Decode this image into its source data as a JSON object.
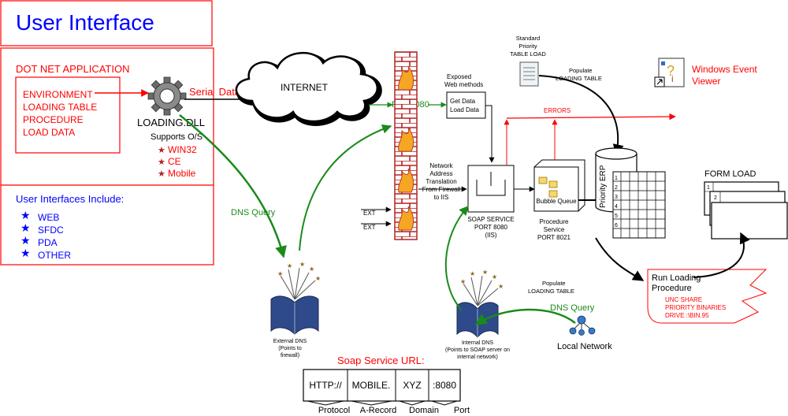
{
  "title": "User Interface",
  "dotnet": {
    "heading": "DOT NET APPLICATION",
    "steps": [
      "ENVIRONMENT",
      "LOADING TABLE",
      "PROCEDURE",
      "LOAD DATA"
    ]
  },
  "dll": {
    "label": "LOADING.DLL",
    "supports_label": "Supports O/S",
    "os": [
      "WIN32",
      "CE",
      "Mobile"
    ]
  },
  "serial_data": "Seria  Data",
  "internet": "INTERNET",
  "port8080": "Port 8080",
  "dns_query_left": "DNS Query",
  "ui_includes": {
    "heading": "User Interfaces Include:",
    "items": [
      "WEB",
      "SFDC",
      "PDA",
      "OTHER"
    ]
  },
  "exposed": [
    "Exposed",
    "Web methods"
  ],
  "getdata": [
    "Get Data",
    "Load Data"
  ],
  "std_priority": [
    "Standard",
    "Priority",
    "TABLE LOAD"
  ],
  "populate_top": [
    "Populate",
    "LOADING TABLE"
  ],
  "errors": "ERRORS",
  "windows_event": [
    "Windows Event",
    "Viewer"
  ],
  "nat": [
    "Network",
    "Address",
    "Translation",
    "From Firewall",
    "to IIS"
  ],
  "ext": [
    "EXT",
    "EXT"
  ],
  "soap_service": [
    "SOAP SERVICE",
    "PORT 8080",
    "(IIS)"
  ],
  "bubble_queue": "Bubble Queue",
  "proc_service": [
    "Procedure",
    "Service",
    "PORT 8021"
  ],
  "priority_erp": "Priority ERP",
  "erp_rows": [
    "1",
    "2",
    "3",
    "4",
    "5",
    "6"
  ],
  "form_load": "FORM LOAD",
  "form_rows": [
    "1",
    "2"
  ],
  "run_loading": {
    "title": [
      "Run Loading",
      "Procedure"
    ],
    "details": [
      "UNC SHARE",
      "PRIORITY BINARIES",
      "DRIVE :\\BIN.95"
    ]
  },
  "populate_bottom": [
    "Populate",
    "LOADING TABLE"
  ],
  "dns_query_right": "DNS Query",
  "local_network": "Local Network",
  "external_dns": [
    "External DNS",
    "(Points to",
    "firewall)"
  ],
  "internal_dns": [
    "Internal DNS",
    "(Points to SOAP server on",
    "internal network)"
  ],
  "soap_url": {
    "heading": "Soap Service URL:",
    "cells": [
      "HTTP://",
      "MOBILE.",
      "XYZ",
      ":8080"
    ],
    "labels": [
      "Protocol",
      "A-Record",
      "Domain",
      "Port"
    ]
  },
  "colors": {
    "red": "#ff0000",
    "blue": "#0000ff",
    "green": "#1a8a1a",
    "darkgreen": "#0a7a0a",
    "black": "#000000",
    "brick": "#b22222"
  }
}
